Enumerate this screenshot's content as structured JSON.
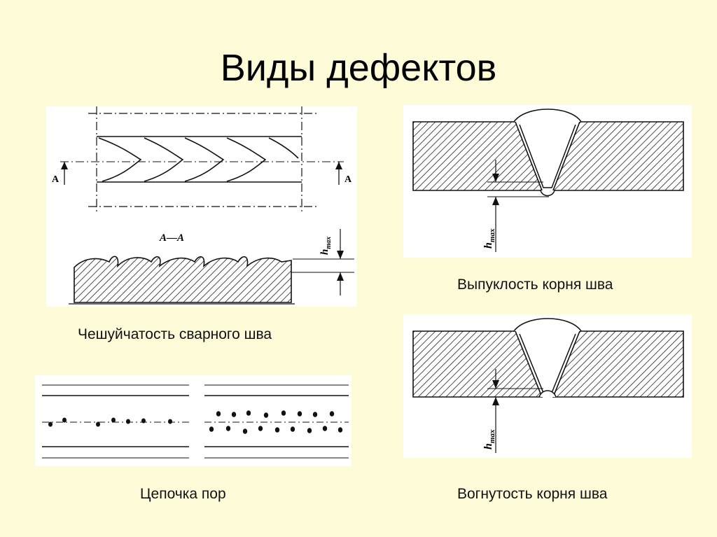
{
  "slide": {
    "title": "Виды дефектов"
  },
  "figures": {
    "scaly_weld": {
      "caption": "Чешуйчатость сварного шва",
      "section_arrow_label": "A",
      "section_label": "A—A",
      "height_label": "h",
      "height_subscript": "max"
    },
    "root_convexity": {
      "caption": "Выпуклость корня шва",
      "height_label": "h",
      "height_subscript": "max"
    },
    "pore_chain": {
      "caption": "Цепочка пор"
    },
    "root_concavity": {
      "caption": "Вогнутость корня шва",
      "height_label": "h",
      "height_subscript": "max"
    }
  }
}
